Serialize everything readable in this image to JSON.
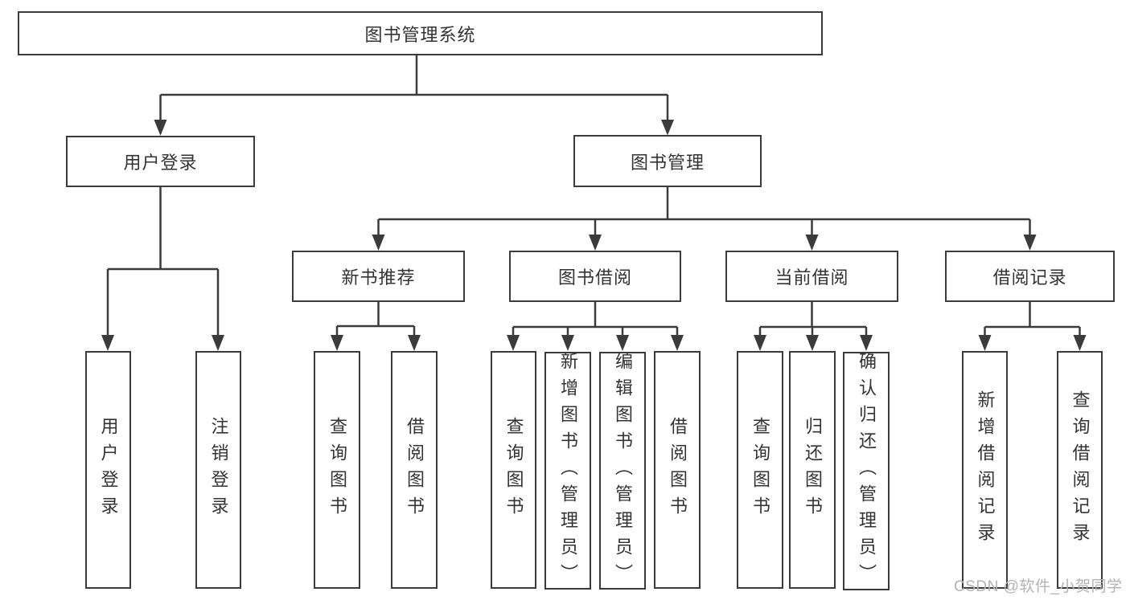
{
  "diagram": {
    "title": "图书管理系统",
    "root": {
      "label": "图书管理系统"
    },
    "level1": [
      {
        "label": "用户登录"
      },
      {
        "label": "图书管理"
      }
    ],
    "level2": [
      {
        "label": "新书推荐"
      },
      {
        "label": "图书借阅"
      },
      {
        "label": "当前借阅"
      },
      {
        "label": "借阅记录"
      }
    ],
    "leaves": {
      "user_login": [
        "用户登录",
        "注销登录"
      ],
      "new_books": [
        "查询图书",
        "借阅图书"
      ],
      "book_borrow": [
        "查询图书",
        "新增图书（管理员）",
        "编辑图书（管理员）",
        "借阅图书"
      ],
      "current_borrow": [
        "查询图书",
        "归还图书",
        "确认归还（管理员）"
      ],
      "borrow_records": [
        "新增借阅记录",
        "查询借阅记录"
      ]
    }
  },
  "watermark": "CSDN @软件_小贺同学",
  "colors": {
    "line": "#3b3b3b",
    "text": "#333333",
    "background": "#ffffff",
    "watermark": "#b3b3b3"
  }
}
